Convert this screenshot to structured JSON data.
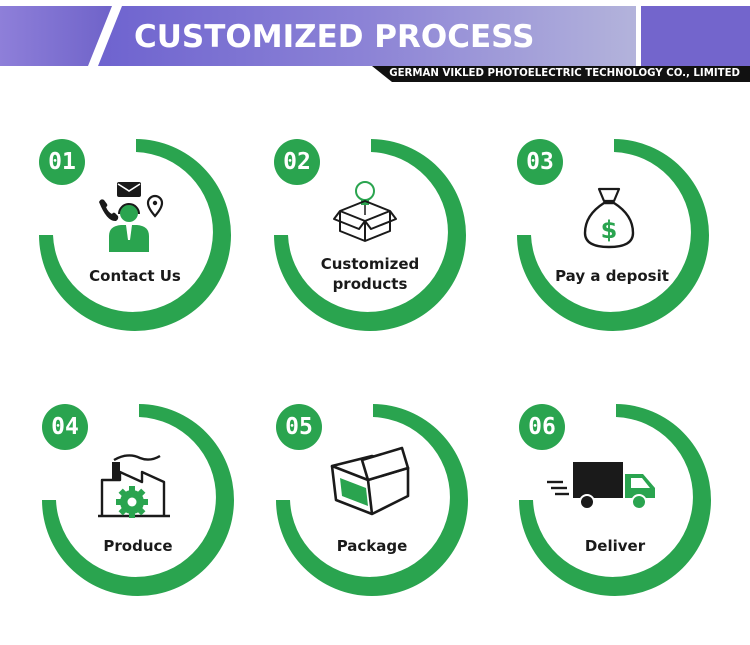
{
  "header": {
    "title": "CUSTOMIZED PROCESS",
    "company": "GERMAN VIKLED PHOTOELECTRIC TECHNOLOGY CO., LIMITED"
  },
  "colors": {
    "accent_green": "#2aa44f",
    "banner_purple": "#7b6fd0",
    "banner_dark": "#111111"
  },
  "steps": [
    {
      "number": "01",
      "label": "Contact Us",
      "icon": "customer-service-icon"
    },
    {
      "number": "02",
      "label": "Customized products",
      "icon": "box-lightbulb-icon"
    },
    {
      "number": "03",
      "label": "Pay a deposit",
      "icon": "money-bag-icon"
    },
    {
      "number": "04",
      "label": "Produce",
      "icon": "factory-gear-icon"
    },
    {
      "number": "05",
      "label": "Package",
      "icon": "package-box-icon"
    },
    {
      "number": "06",
      "label": "Deliver",
      "icon": "delivery-truck-icon"
    }
  ]
}
